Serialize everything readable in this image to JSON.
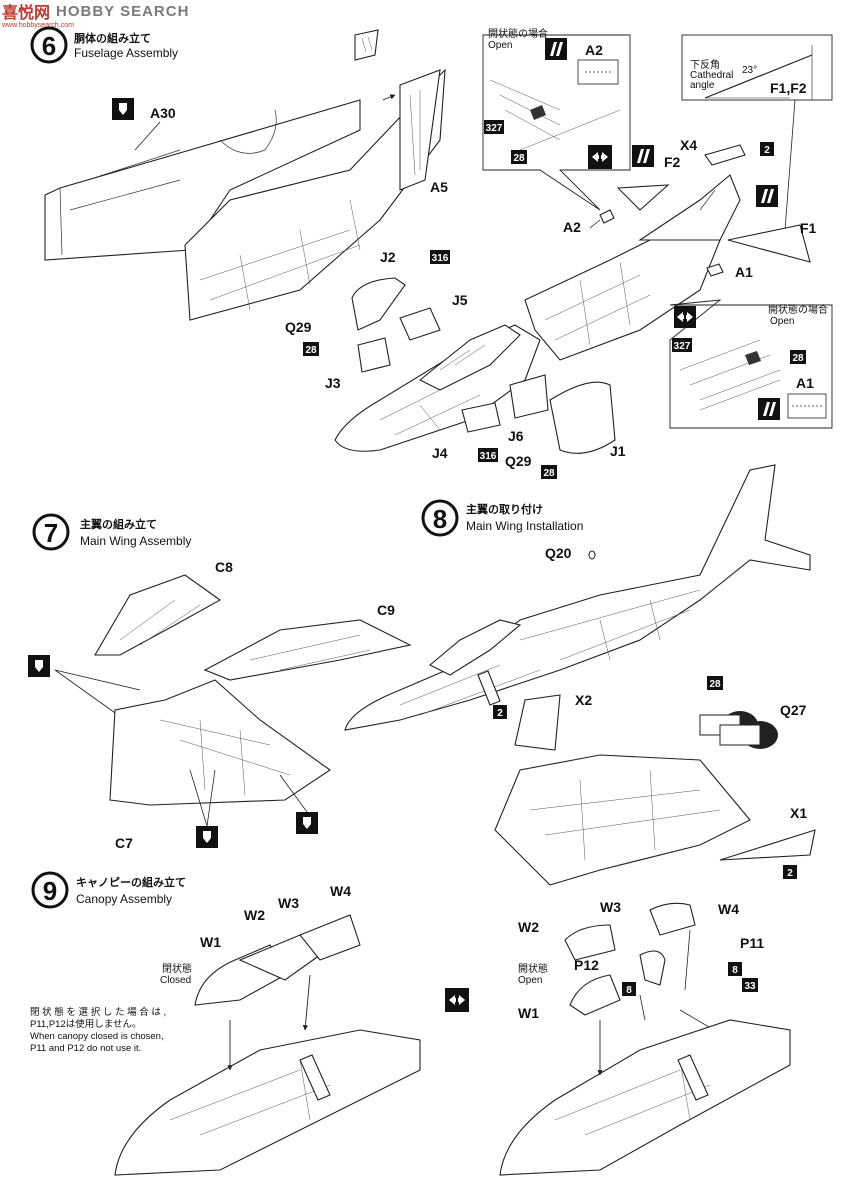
{
  "watermark": {
    "logo": "喜悦网",
    "text": "HOBBY SEARCH",
    "url": "www.hobbysearch.com"
  },
  "steps": [
    {
      "number": "6",
      "title_jp": "胴体の組み立て",
      "title_en": "Fuselage Assembly"
    },
    {
      "number": "7",
      "title_jp": "主翼の組み立て",
      "title_en": "Main Wing Assembly"
    },
    {
      "number": "8",
      "title_jp": "主翼の取り付け",
      "title_en": "Main Wing Installation"
    },
    {
      "number": "9",
      "title_jp": "キャノピーの組み立て",
      "title_en": "Canopy Assembly"
    }
  ],
  "parts": {
    "a30": "A30",
    "a5": "A5",
    "a2": "A2",
    "a1": "A1",
    "j1": "J1",
    "j2": "J2",
    "j3": "J3",
    "j4": "J4",
    "j5": "J5",
    "j6": "J6",
    "q29": "Q29",
    "q20": "Q20",
    "q27": "Q27",
    "f1": "F1",
    "f2": "F2",
    "f1f2": "F1,F2",
    "x1": "X1",
    "x2": "X2",
    "x4": "X4",
    "c7": "C7",
    "c8": "C8",
    "c9": "C9",
    "w1": "W1",
    "w2": "W2",
    "w3": "W3",
    "w4": "W4",
    "p11": "P11",
    "p12": "P12"
  },
  "badges": {
    "b316": "316",
    "b327": "327",
    "b28": "28",
    "b2": "2",
    "b8": "8",
    "b33": "33"
  },
  "inset_open": {
    "jp": "開状態の場合",
    "en": "Open"
  },
  "dihedral": {
    "jp": "下反角",
    "en1": "Cathedral",
    "en2": "angle",
    "angle": "23°"
  },
  "canopy": {
    "closed_jp": "閉状態",
    "closed_en": "Closed",
    "open_jp": "開状態",
    "open_en": "Open",
    "note_jp_1": "閉 状 態 を 選 択 し た 場 合 は ,",
    "note_jp_2": "P11,P12は使用しません。",
    "note_en_1": "When  canopy  closed  is  chosen,",
    "note_en_2": "P11 and P12 do not use it."
  }
}
